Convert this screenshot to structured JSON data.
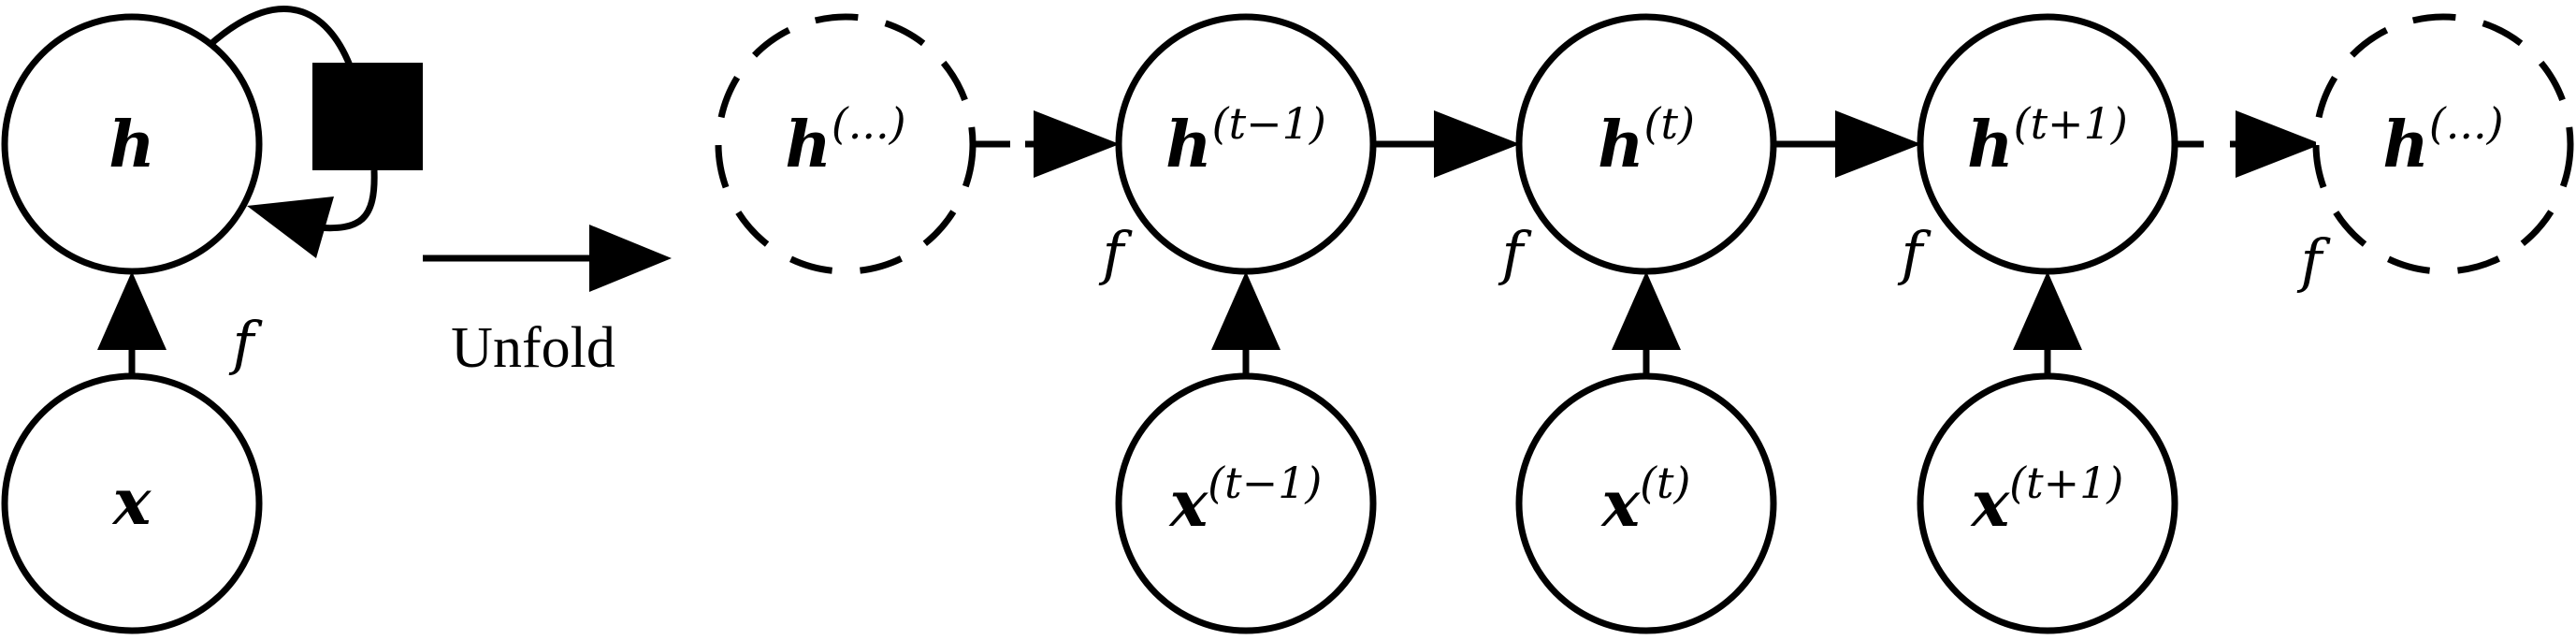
{
  "folded": {
    "hidden": {
      "label": "h"
    },
    "input": {
      "label": "x"
    },
    "function_label": "f"
  },
  "unfold": {
    "label": "Unfold"
  },
  "unfolded": {
    "hidden": [
      {
        "base": "h",
        "sup": "(...)",
        "dashed": true
      },
      {
        "base": "h",
        "sup": "(t−1)",
        "dashed": false
      },
      {
        "base": "h",
        "sup": "(t)",
        "dashed": false
      },
      {
        "base": "h",
        "sup": "(t+1)",
        "dashed": false
      },
      {
        "base": "h",
        "sup": "(...)",
        "dashed": true
      }
    ],
    "inputs": [
      {
        "base": "x",
        "sup": "(t−1)"
      },
      {
        "base": "x",
        "sup": "(t)"
      },
      {
        "base": "x",
        "sup": "(t+1)"
      }
    ],
    "function_labels": [
      "f",
      "f",
      "f",
      "f"
    ]
  }
}
